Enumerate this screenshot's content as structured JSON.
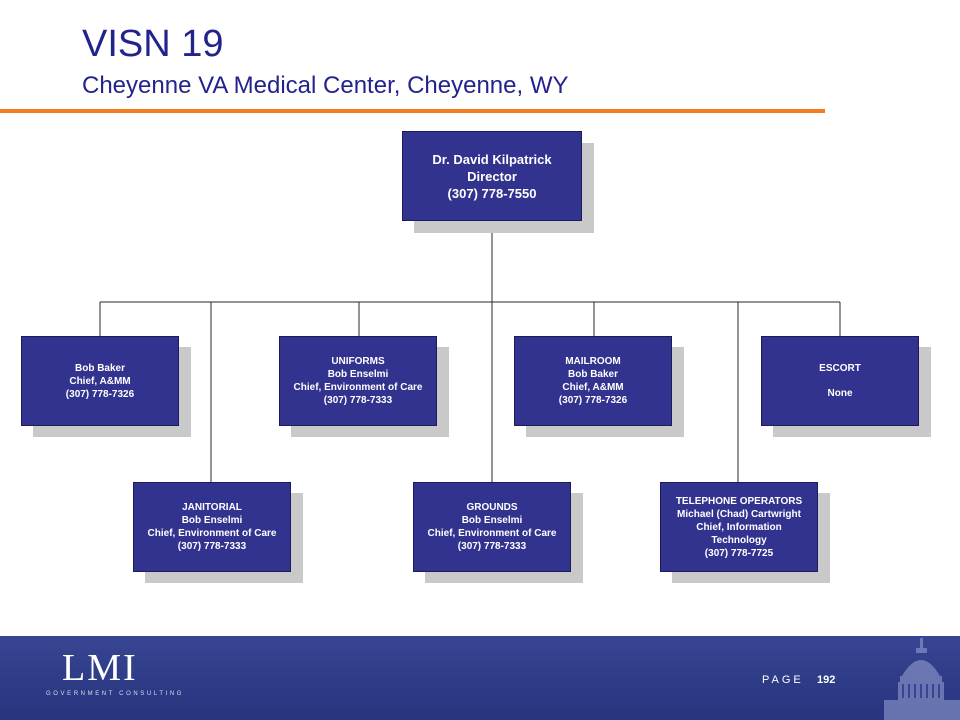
{
  "header": {
    "title": "VISN 19",
    "subtitle": "Cheyenne VA Medical Center, Cheyenne, WY"
  },
  "colors": {
    "accent": "#f47b20",
    "title_text": "#23238e",
    "box_fill": "#32328f",
    "footer": "#2b3a8c"
  },
  "org_chart": {
    "director": {
      "lines": [
        "Dr. David Kilpatrick",
        "Director",
        "(307) 778-7550"
      ]
    },
    "units": [
      {
        "id": "a_mm",
        "lines": [
          "Bob Baker",
          "Chief, A&MM",
          "(307) 778-7326"
        ]
      },
      {
        "id": "uniforms",
        "lines": [
          "UNIFORMS",
          "Bob Enselmi",
          "Chief, Environment of Care",
          "(307) 778-7333"
        ]
      },
      {
        "id": "mailroom",
        "lines": [
          "MAILROOM",
          "Bob Baker",
          "Chief, A&MM",
          "(307) 778-7326"
        ]
      },
      {
        "id": "escort",
        "lines": [
          "ESCORT",
          "",
          "None"
        ]
      },
      {
        "id": "janitorial",
        "lines": [
          "JANITORIAL",
          "Bob Enselmi",
          "Chief, Environment of Care",
          "(307) 778-7333"
        ]
      },
      {
        "id": "grounds",
        "lines": [
          "GROUNDS",
          "Bob Enselmi",
          "Chief, Environment of Care",
          "(307) 778-7333"
        ]
      },
      {
        "id": "telephone_operators",
        "lines": [
          "TELEPHONE OPERATORS",
          "Michael (Chad) Cartwright",
          "Chief, Information",
          "Technology",
          "(307) 778-7725"
        ]
      }
    ]
  },
  "footer": {
    "logo": "LMI",
    "tagline": "GOVERNMENT CONSULTING",
    "page_label": "PAGE",
    "page_number": "192"
  }
}
